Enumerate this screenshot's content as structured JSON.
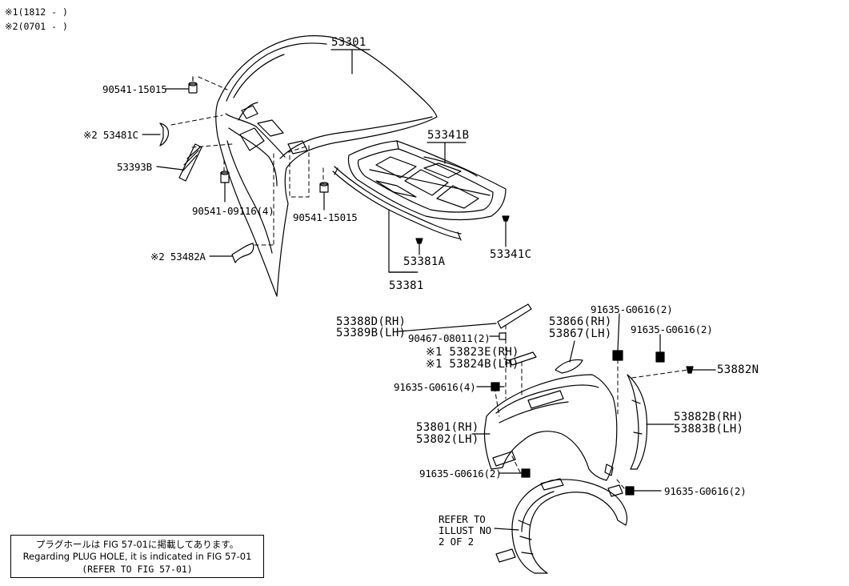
{
  "legend": [
    {
      "mark": "※1",
      "text": "(1812 -      )"
    },
    {
      "mark": "※2",
      "text": "(0701 -      )"
    }
  ],
  "parts": {
    "hood": "53301",
    "grommet_top": "90541-15015",
    "plate_481c": "※2 53481C",
    "seal_393b": "53393B",
    "cushion_09116": "90541-09116(4)",
    "cushion_15015": "90541-15015",
    "insulator": "53341B",
    "plate_482a": "※2 53482A",
    "clip_381a": "53381A",
    "seal_381": "53381",
    "clip_341c": "53341C",
    "protector_rh": "53388D(RH)",
    "protector_lh": "53389B(LH)",
    "clip_08011": "90467-08011(2)",
    "seal_823e": "※1 53823E(RH)",
    "seal_824b": "※1 53824B(LH)",
    "bolt_fender4": "91635-G0616(4)",
    "fender_rh": "53801(RH)",
    "fender_lh": "53802(LH)",
    "bolt_fender2a": "91635-G0616(2)",
    "seal_866_rh": "53866(RH)",
    "seal_867_lh": "53867(LH)",
    "bolt_top": "91635-G0616(2)",
    "bolt_right": "91635-G0616(2)",
    "clip_882n": "53882N",
    "liner_rh": "53882B(RH)",
    "liner_lh": "53883B(LH)",
    "bolt_bottom": "91635-G0616(2)",
    "refer": [
      "REFER TO",
      "ILLUST NO",
      "2 OF 2"
    ]
  },
  "note": {
    "line1": "プラグホールは FIG 57-01に掲載してあります。",
    "line2": "Regarding PLUG HOLE, it is indicated in FIG 57-01",
    "line3": "(REFER TO FIG 57-01)"
  }
}
